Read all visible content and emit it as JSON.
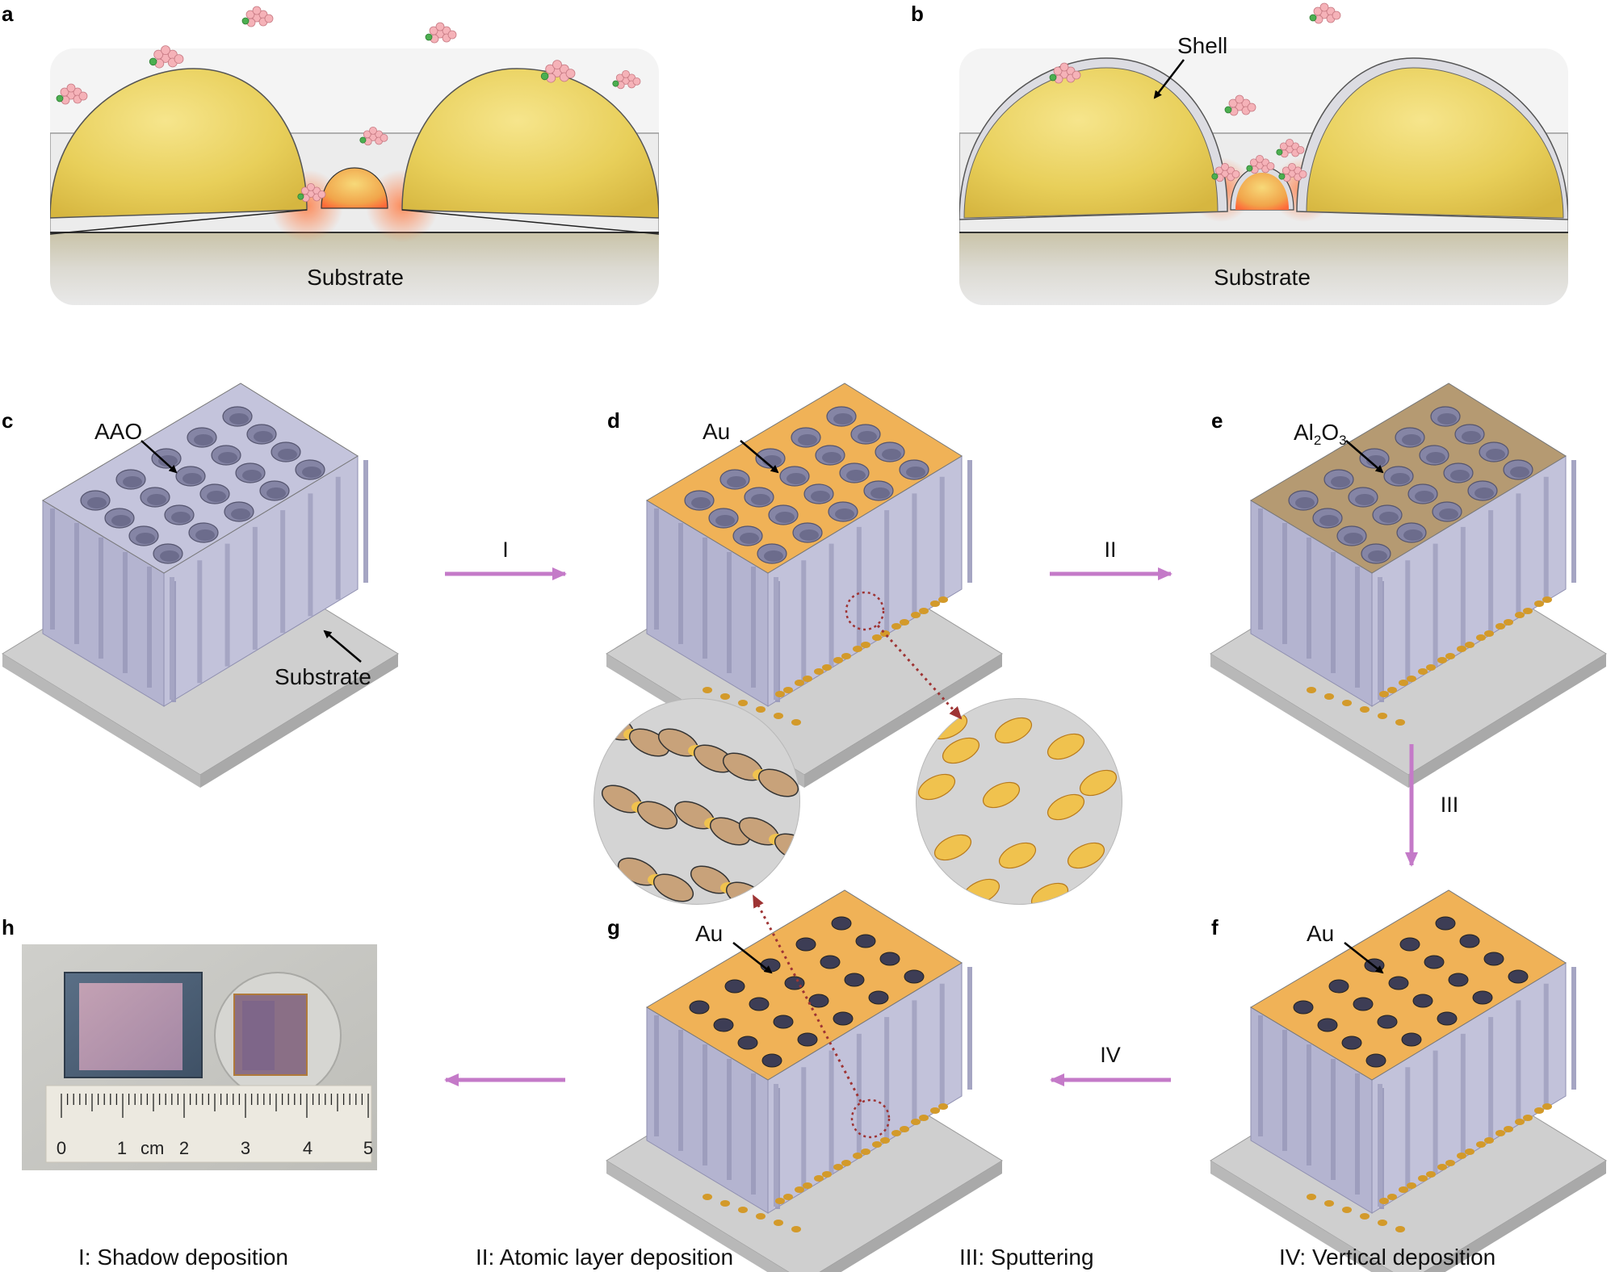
{
  "colors": {
    "gold": "#f0c24e",
    "gold_dark": "#d39a2a",
    "gold_light": "#f6df8f",
    "glow": "#ff7a3a",
    "aao": "#b4b4d0",
    "aao_dark": "#8f8fb0",
    "substrate": "#c8c8c8",
    "alumina": "#b59a72",
    "arrow_purple": "#c47ac8",
    "arrow_dotted": "#9e3434",
    "molecule_pink": "#f5b2b8",
    "molecule_green": "#4caf50"
  },
  "panel_a": {
    "label": "a",
    "substrate_label": "Substrate"
  },
  "panel_b": {
    "label": "b",
    "substrate_label": "Substrate",
    "shell_label": "Shell"
  },
  "panel_c": {
    "label": "c",
    "aao_label": "AAO",
    "substrate_label": "Substrate"
  },
  "panel_d": {
    "label": "d",
    "au_label": "Au"
  },
  "panel_e": {
    "label": "e",
    "oxide_label_main": "Al",
    "oxide_sub1": "2",
    "oxide_mid": "O",
    "oxide_sub2": "3"
  },
  "panel_f": {
    "label": "f",
    "au_label": "Au"
  },
  "panel_g": {
    "label": "g",
    "au_label": "Au"
  },
  "panel_h": {
    "label": "h",
    "ruler_marks": [
      "0",
      "1",
      "2",
      "3",
      "4",
      "5"
    ],
    "ruler_unit": "cm"
  },
  "steps": {
    "I": "I",
    "II": "II",
    "III": "III",
    "IV": "IV"
  },
  "legend": [
    "I: Shadow deposition",
    "II: Atomic layer deposition",
    "III: Sputtering",
    "IV: Vertical  deposition"
  ]
}
